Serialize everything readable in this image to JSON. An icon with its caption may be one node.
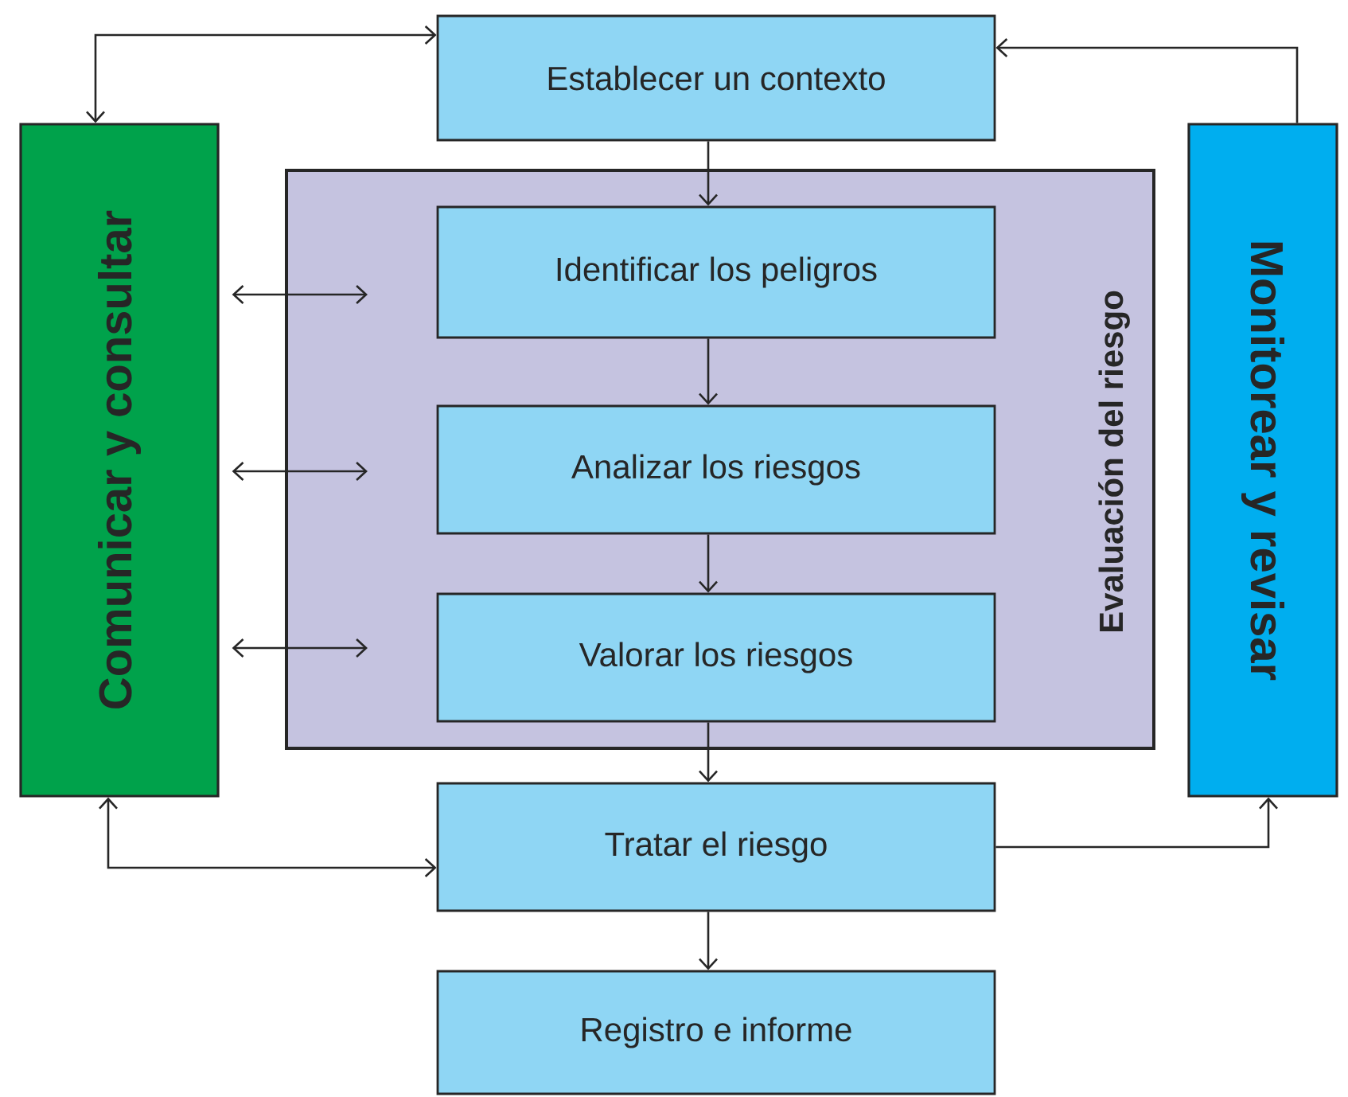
{
  "diagram": {
    "nodes": [
      {
        "text": [
          "Establecer un contexto"
        ]
      },
      {
        "text": [
          "Comunicar y consultar"
        ]
      },
      {
        "text": [
          "Evaluación del riesgo"
        ]
      },
      {
        "text": [
          "Identificar los peligros"
        ],
        "in": 2
      },
      {
        "text": [
          "Analizar los riesgos"
        ],
        "in": 2
      },
      {
        "text": [
          "Valorar los riesgos"
        ],
        "in": 2
      },
      {
        "text": [
          "Monitorear y revisar"
        ]
      },
      {
        "text": [
          "Tratar el riesgo"
        ]
      },
      {
        "text": [
          "Registro e informe"
        ]
      }
    ],
    "edges": [
      {
        "from": 1,
        "to": 0,
        "arrow": "both"
      },
      {
        "from": 0,
        "to": 3,
        "arrow": "to"
      },
      {
        "from": 3,
        "to": 4,
        "arrow": "to"
      },
      {
        "from": 4,
        "to": 5,
        "arrow": "to"
      },
      {
        "from": 5,
        "to": 7,
        "arrow": "to"
      },
      {
        "from": 7,
        "to": 8,
        "arrow": "to"
      },
      {
        "from": 1,
        "to": 7,
        "arrow": "both"
      },
      {
        "from": 7,
        "to": 6,
        "arrow": "to"
      },
      {
        "from": 6,
        "to": 0,
        "arrow": "to"
      },
      {
        "from": 1,
        "to": 2,
        "arrow": "both"
      },
      {
        "from": 1,
        "to": 2,
        "arrow": "both"
      },
      {
        "from": 1,
        "to": 2,
        "arrow": "both"
      }
    ]
  }
}
